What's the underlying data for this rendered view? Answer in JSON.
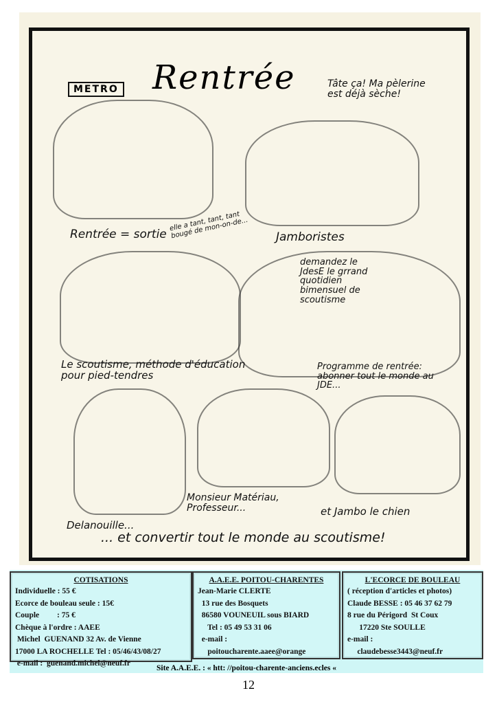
{
  "cartoon": {
    "title": "Rentrée",
    "metro_sign": "METRO",
    "captions": {
      "pelerine": "Tâte ça! Ma pèlerine est déjà sèche!",
      "rentree_sortie": "Rentrée = sortie",
      "bouge": "elle a tant, tant, tant bougé de mon-on-de...",
      "jamboristes": "Jamboristes",
      "demandez": "demandez le JdesE le grrand quotidien bimensuel de scoutisme",
      "scoutisme_methode": "Le scoutisme, méthode d'éducation pour pied-tendres",
      "programme": "Programme de rentrée: abonner tout le monde au JDE...",
      "materiau": "Monsieur Matériau, Professeur...",
      "jambo": "et Jambo le chien",
      "delanouille": "Delanouille...",
      "convertir": "... et convertir tout le monde au scoutisme!"
    }
  },
  "footer": {
    "cotisations": {
      "heading": "COTISATIONS",
      "lines": [
        "Individuelle : 55 €",
        "Ecorce de bouleau seule : 15€",
        "Couple         : 75 €",
        "Chèque à l'ordre : AAEE",
        " Michel  GUENAND 32 Av. de Vienne",
        "17000 LA ROCHELLE Tel : 05/46/43/08/27",
        " e-mail :  guenand.michel@neuf.fr"
      ]
    },
    "aaee": {
      "heading": "A.A.E.E. POITOU-CHARENTES",
      "lines": [
        "Jean-Marie CLERTE",
        "  13 rue des Bosquets",
        "  86580 VOUNEUIL sous BIARD",
        "     Tel : 05 49 53 31 06",
        "  e-mail :",
        "     poitoucharente.aaee@orange"
      ]
    },
    "ecorce": {
      "heading": "L'ECORCE DE BOULEAU",
      "lines": [
        "( réception d'articles et photos)",
        "Claude BESSE : 05 46 37 62 79",
        "8 rue du Périgord  St Coux",
        "      17220 Ste SOULLE",
        "e-mail :",
        "     claudebesse3443@neuf.fr"
      ]
    },
    "site": "Site A.A.E.E. : « htt: //poitou-charente-anciens.ecles «"
  },
  "page_number": "12"
}
